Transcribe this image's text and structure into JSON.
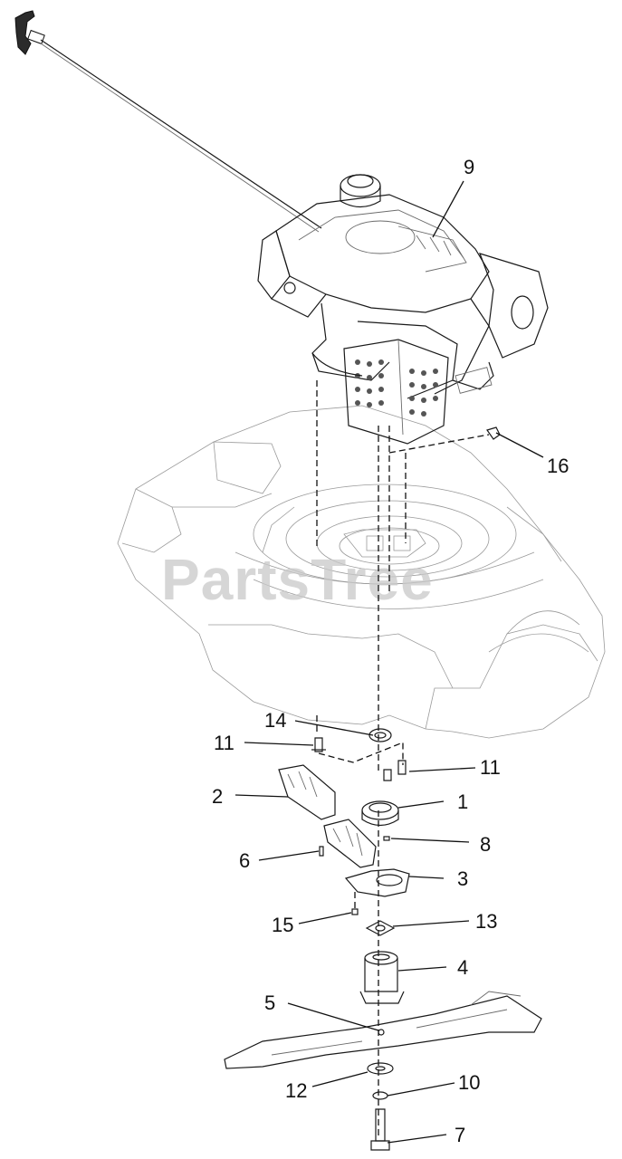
{
  "watermark": "PartsTree",
  "callouts": [
    {
      "id": "9",
      "label": "9"
    },
    {
      "id": "16",
      "label": "16"
    },
    {
      "id": "14",
      "label": "14"
    },
    {
      "id": "11a",
      "label": "11"
    },
    {
      "id": "11b",
      "label": "11"
    },
    {
      "id": "2",
      "label": "2"
    },
    {
      "id": "1",
      "label": "1"
    },
    {
      "id": "8",
      "label": "8"
    },
    {
      "id": "6",
      "label": "6"
    },
    {
      "id": "3",
      "label": "3"
    },
    {
      "id": "15",
      "label": "15"
    },
    {
      "id": "13",
      "label": "13"
    },
    {
      "id": "4",
      "label": "4"
    },
    {
      "id": "5",
      "label": "5"
    },
    {
      "id": "12",
      "label": "12"
    },
    {
      "id": "10",
      "label": "10"
    },
    {
      "id": "7",
      "label": "7"
    }
  ]
}
